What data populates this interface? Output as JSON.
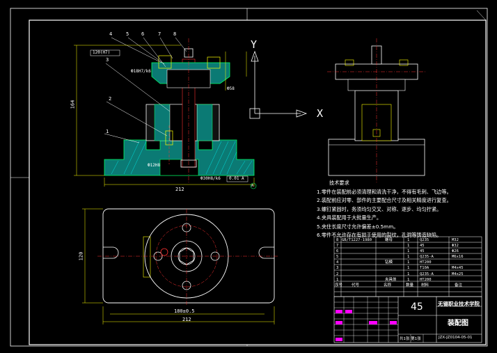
{
  "part_labels": [
    "4",
    "5",
    "6",
    "7",
    "8",
    "3",
    "2",
    "1"
  ],
  "axis": {
    "y_label": "Y",
    "x_label": "X"
  },
  "dims": {
    "height_left": "164",
    "width_front": "212",
    "top_left_box": "120(H7)",
    "fit_left": "Ф18H7/k6",
    "fit_low": "Ф12H8",
    "fit_bottom": "Ф30H8/k6",
    "tol_box": "0.01 A",
    "fit_right": "Ф58",
    "plan_height": "120",
    "plan_width_inner": "180±0.5",
    "plan_width_outer": "212",
    "datum": "A"
  },
  "requirements": {
    "title": "技术要求",
    "items": [
      "1.零件在装配前必须清理和清洗干净，不得有毛刺、飞边等。",
      "2.装配前应对零、部件的主要配合尺寸及相关精度进行复查。",
      "3.螺钉紧固时，务须均匀交叉、对称、逐步、均匀拧紧。",
      "4.夹具装配用于大批量生产。",
      "5.夹住长度尺寸允许偏差±0.5mm。",
      "6.零件不允许存在有损于使用的裂纹，孔洞等铸造缺陷。"
    ]
  },
  "bom": {
    "rows": [
      [
        "8",
        "GB/T1227-1980",
        "螺母",
        "1",
        "Q235",
        "M32"
      ],
      [
        "7",
        "",
        "",
        "1",
        "45",
        "Φ32"
      ],
      [
        "6",
        "",
        "",
        "1",
        "45",
        "Φ26"
      ],
      [
        "5",
        "",
        "",
        "1",
        "Q235-A",
        "M6x16"
      ],
      [
        "4",
        "",
        "钻模",
        "1",
        "HT200",
        ""
      ],
      [
        "3",
        "",
        "",
        "1",
        "T10A",
        "M4x45"
      ],
      [
        "2",
        "",
        "",
        "1",
        "Q235-A",
        "M4x25"
      ],
      [
        "1",
        "",
        "夹具体",
        "1",
        "HT200",
        ""
      ]
    ],
    "header": [
      "序号",
      "代号",
      "名称",
      "数量",
      "材料",
      "备注"
    ]
  },
  "title_block": {
    "material": "45",
    "school": "无锡职业技术学院",
    "drawing_name": "装配图",
    "drawing_number": "JZX-JZ0104-05-01",
    "sheet": "共1张 第1张"
  }
}
